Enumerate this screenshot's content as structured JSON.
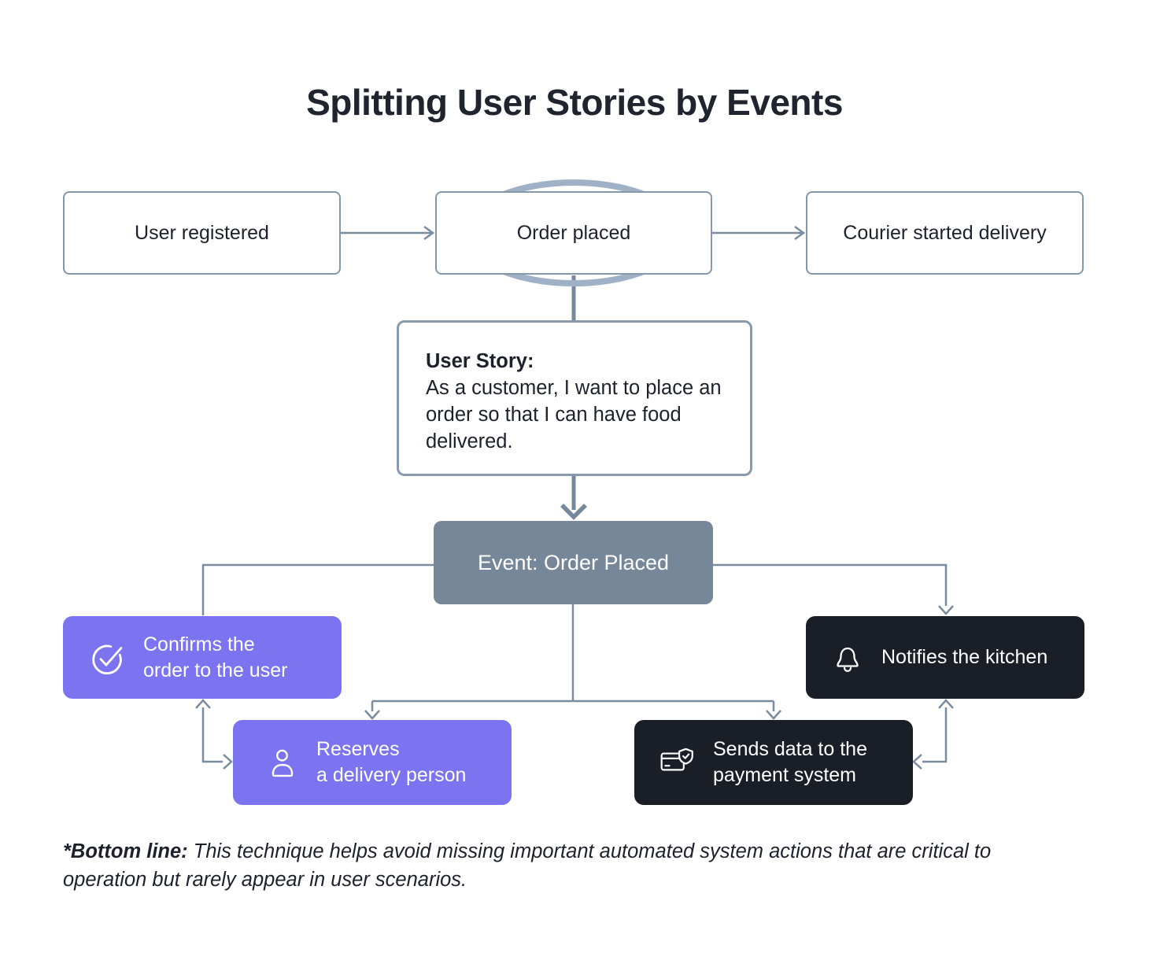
{
  "title": "Splitting User Stories by Events",
  "colors": {
    "accent_purple": "#7b73f0",
    "dark_box": "#1a1e27",
    "event_gray": "#76879a",
    "connector_line": "#7a8ca0",
    "thick_line": "#76889b",
    "ellipse_stroke": "#9eb1c6",
    "box_border": "#8597ab"
  },
  "top_row": [
    {
      "label": "User registered"
    },
    {
      "label": "Order placed"
    },
    {
      "label": "Courier started delivery"
    }
  ],
  "user_story": {
    "heading": "User Story:",
    "body": "As a customer, I want to place an order so that I can have food delivered."
  },
  "event_box": {
    "label": "Event: Order Placed"
  },
  "actions": [
    {
      "icon": "check-circle",
      "label": "Confirms the\norder to the user"
    },
    {
      "icon": "person",
      "label": "Reserves\na delivery person"
    },
    {
      "icon": "bell",
      "label": "Notifies the kitchen"
    },
    {
      "icon": "payment-card",
      "label": "Sends data to the\npayment system"
    }
  ],
  "note": {
    "prefix": "*Bottom line:",
    "text": "This technique helps avoid missing important automated system actions that are critical to operation but rarely appear in user scenarios."
  }
}
